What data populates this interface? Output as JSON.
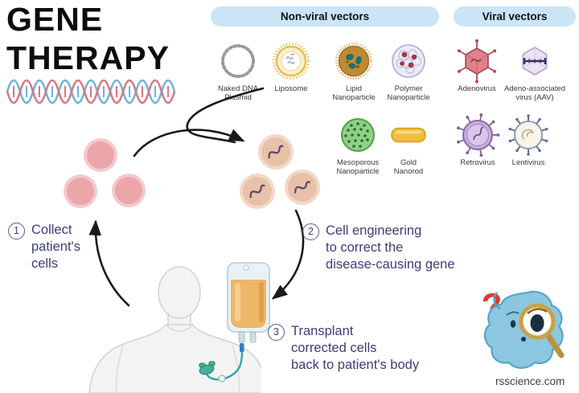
{
  "title": "GENE\nTHERAPY",
  "panels": {
    "nonviral": {
      "header": "Non-viral vectors",
      "items": [
        {
          "name": "naked-dna-plasmid",
          "label": "Naked DNA\nPlasmid"
        },
        {
          "name": "liposome",
          "label": "Liposome"
        },
        {
          "name": "lipid-nanoparticle",
          "label": "Lipid\nNanoparticle"
        },
        {
          "name": "polymer-nanoparticle",
          "label": "Polymer\nNanoparticle"
        },
        {
          "name": "mesoporous-nanoparticle",
          "label": "Mesoporous\nNanoparticle"
        },
        {
          "name": "gold-nanorod",
          "label": "Gold\nNanorod"
        }
      ]
    },
    "viral": {
      "header": "Viral vectors",
      "items": [
        {
          "name": "adenovirus",
          "label": "Adenovirus"
        },
        {
          "name": "adeno-associated-virus",
          "label": "Adeno-associated\nvirus (AAV)"
        },
        {
          "name": "retrovirus",
          "label": "Retrovirus"
        },
        {
          "name": "lentivirus",
          "label": "Lentivirus"
        }
      ]
    }
  },
  "steps": [
    {
      "num": "1",
      "text": "Collect\npatient's\ncells"
    },
    {
      "num": "2",
      "text": "Cell engineering\nto correct the\ndisease-causing gene"
    },
    {
      "num": "3",
      "text": "Transplant\ncorrected cells\nback to patient's body"
    }
  ],
  "watermark": "rsscience.com",
  "colors": {
    "panel_pill": "#c9e5f6",
    "step_text": "#3b3d7c",
    "dna_blue": "#6fb3d9",
    "dna_red": "#d77880",
    "patient_cell_pink": "#eba6ab",
    "corrected_cell_tan": "#e8c1a9",
    "iv_liquid_amber": "#ecb766",
    "tube_teal": "#2ea8a4",
    "mascot_blue": "#8cc6df",
    "question_mark_red": "#e03a2c"
  }
}
